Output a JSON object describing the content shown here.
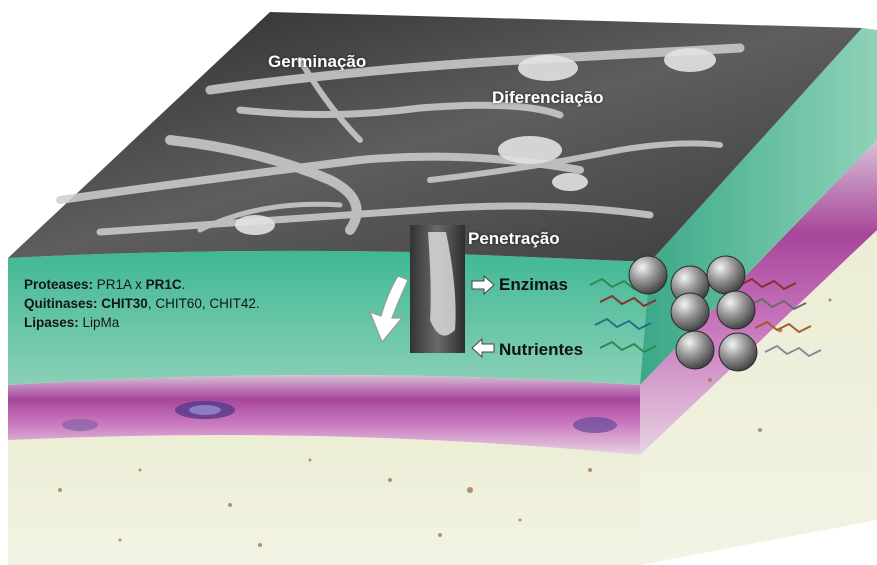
{
  "labels": {
    "germinacao": "Germinação",
    "diferenciacao": "Diferenciação",
    "penetracao": "Penetração",
    "enzimas": "Enzimas",
    "nutrientes": "Nutrientes"
  },
  "legend": {
    "proteases_title": "Proteases:",
    "proteases_a": " PR1A x ",
    "proteases_b": "PR1C",
    "proteases_end": ".",
    "quitinases_title": "Quitinases:",
    "quitinases_a": " ",
    "quitinases_b": "CHIT30",
    "quitinases_end": ", CHIT60, CHIT42.",
    "lipases_title": "Lipases:",
    "lipases_a": " LipMa"
  },
  "colors": {
    "sem_surface": "#5a5a5a",
    "cuticle": "#4fbf9f",
    "epidermis": "#b05aa6",
    "tissue": "#e8ecc8",
    "sphere": "#8a8a8a"
  },
  "icons": [
    "curved-arrow-icon",
    "right-arrow-icon",
    "left-arrow-icon",
    "enzyme-sphere-icon"
  ]
}
